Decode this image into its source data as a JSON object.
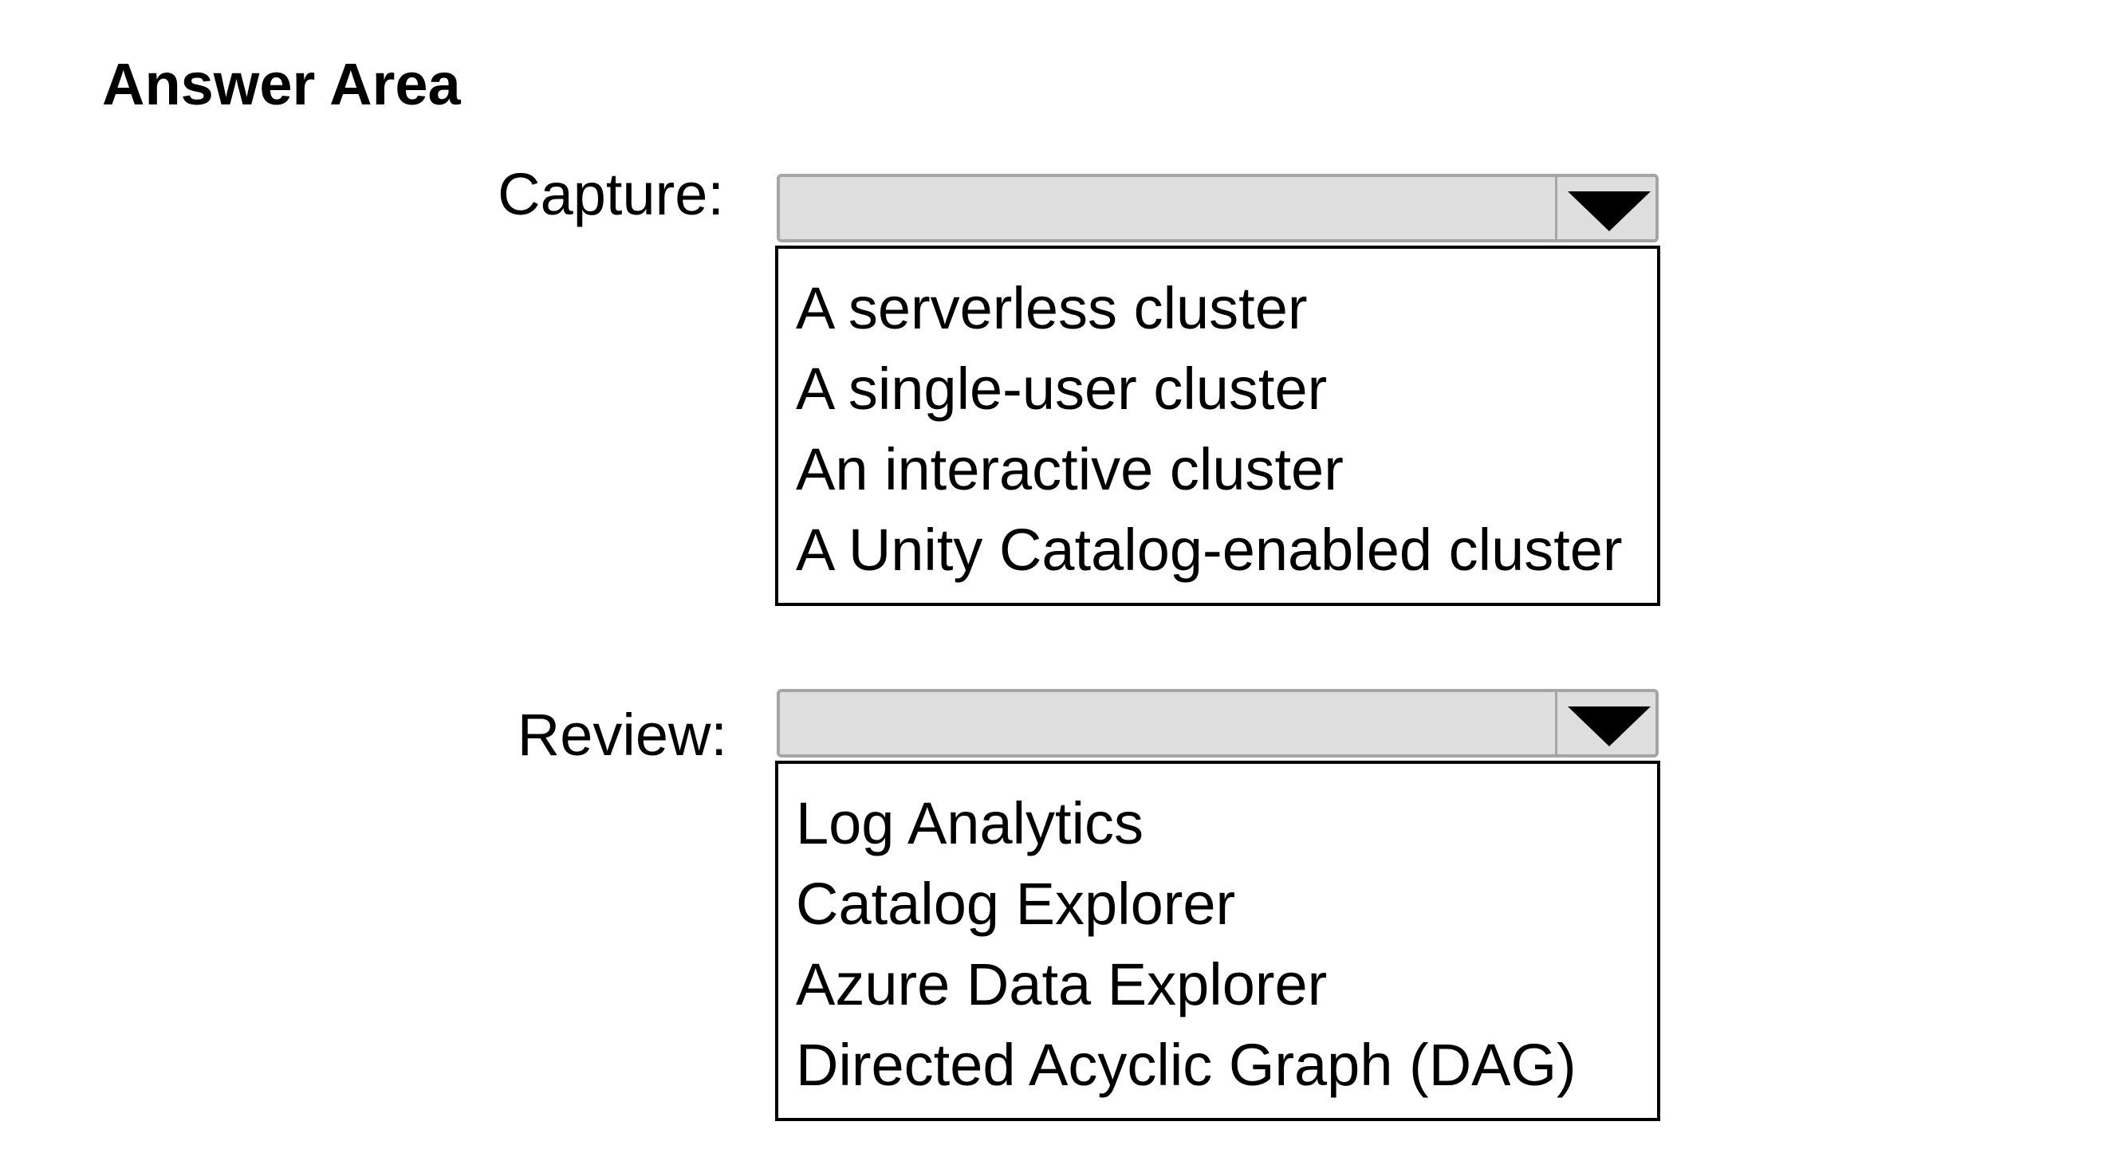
{
  "title": "Answer Area",
  "capture": {
    "label": "Capture:",
    "selected": "",
    "options": [
      "A serverless cluster",
      "A single-user cluster",
      "An interactive cluster",
      "A Unity Catalog-enabled cluster"
    ]
  },
  "review": {
    "label": "Review:",
    "selected": "",
    "options": [
      "Log Analytics",
      "Catalog Explorer",
      "Azure Data Explorer",
      "Directed Acyclic Graph (DAG)"
    ]
  },
  "icons": {
    "dropdown": "chevron-down-icon"
  },
  "colors": {
    "select_background": "#dedede",
    "select_border": "#a5a5a5",
    "list_border": "#000000",
    "text": "#000000"
  }
}
